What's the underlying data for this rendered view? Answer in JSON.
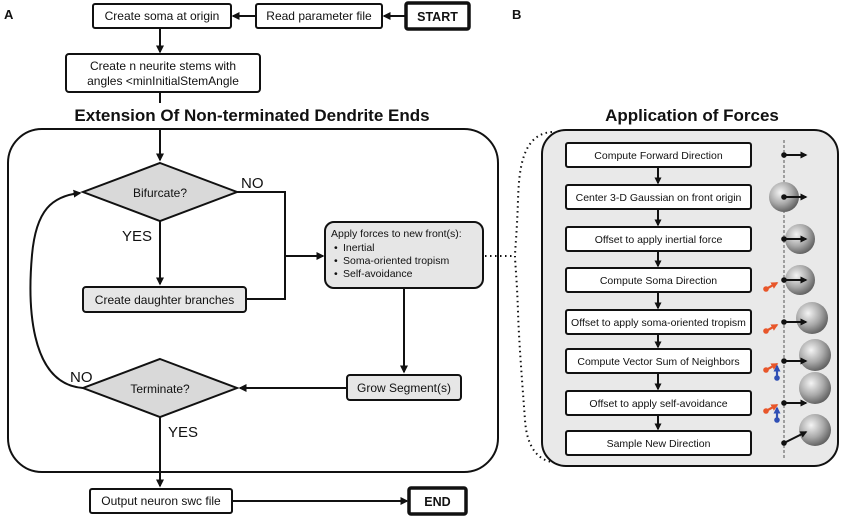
{
  "panel_a": {
    "label": "A",
    "start": "START",
    "read_param": "Read parameter file",
    "create_soma": "Create soma at origin",
    "create_stems_line1": "Create n neurite stems with",
    "create_stems_line2": "angles <minInitialStemAngle",
    "section_title": "Extension Of Non-terminated Dendrite Ends",
    "bifurcate": "Bifurcate?",
    "no_top": "NO",
    "yes_top": "YES",
    "create_daughter": "Create daughter branches",
    "apply_forces_title": "Apply forces to new front(s):",
    "apply_forces_items": [
      "Inertial",
      "Soma-oriented tropism",
      "Self-avoidance"
    ],
    "bullet": "•",
    "grow_segment": "Grow Segment(s)",
    "terminate": "Terminate?",
    "no_bottom": "NO",
    "yes_bottom": "YES",
    "output": "Output neuron swc file",
    "end": "END"
  },
  "panel_b": {
    "label": "B",
    "title": "Application of Forces",
    "steps": [
      "Compute Forward Direction",
      "Center 3-D Gaussian on front origin",
      "Offset to apply inertial force",
      "Compute Soma Direction",
      "Offset to apply soma-oriented tropism",
      "Compute Vector Sum of Neighbors",
      "Offset to apply self-avoidance",
      "Sample New Direction"
    ]
  },
  "colors": {
    "soma_arrow": "#e8562a",
    "neighbor_arrow": "#2f4fb5",
    "panel_fill": "#e9e9e9",
    "box_fill": "#e6e6e6"
  }
}
